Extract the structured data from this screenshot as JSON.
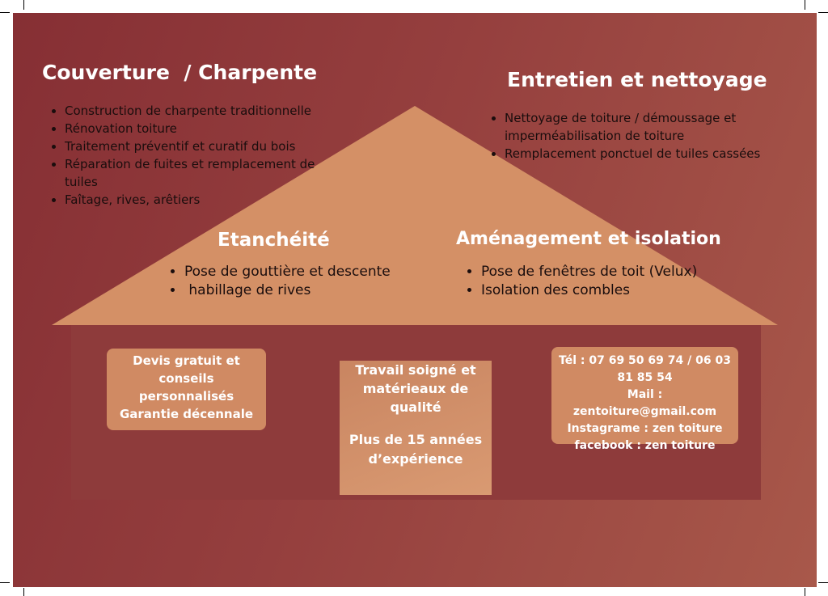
{
  "colors": {
    "background_dark": "#862f34",
    "background_light": "#a8584a",
    "roof": "#d49066",
    "house_body": "#8e3b3b",
    "box": "#d08a63",
    "title_text": "#ffffff",
    "list_text": "#1a0d0d"
  },
  "couverture": {
    "title": "Couverture  / Charpente",
    "items": [
      "Construction de charpente traditionnelle",
      "Rénovation toiture",
      "Traitement préventif et curatif du bois",
      "Réparation de fuites et remplacement de tuiles",
      "Faîtage, rives, arêtiers"
    ]
  },
  "entretien": {
    "title": "Entretien et nettoyage",
    "items": [
      "Nettoyage de toiture / démoussage et imperméabilisation de toiture",
      "Remplacement ponctuel de tuiles cassées"
    ]
  },
  "etancheite": {
    "title": "Etanchéité",
    "items": [
      "Pose de gouttière et descente",
      " habillage de rives"
    ]
  },
  "amenagement": {
    "title": "Aménagement et isolation",
    "items": [
      "Pose de fenêtres de toit (Velux)",
      "Isolation des combles"
    ]
  },
  "devis_box": {
    "lines": [
      "Devis gratuit et conseils personnalisés",
      "Garantie décennale"
    ]
  },
  "travail_box": {
    "line1": "Travail soigné et matérieaux de qualité",
    "line2": "Plus de 15 années d’expérience"
  },
  "contact_box": {
    "phone": "Tél : 07 69 50 69 74 / 06 03 81 85 54",
    "mail": "Mail : zentoiture@gmail.com",
    "instagram": "Instagrame : zen toiture",
    "facebook": "facebook : zen toiture"
  }
}
